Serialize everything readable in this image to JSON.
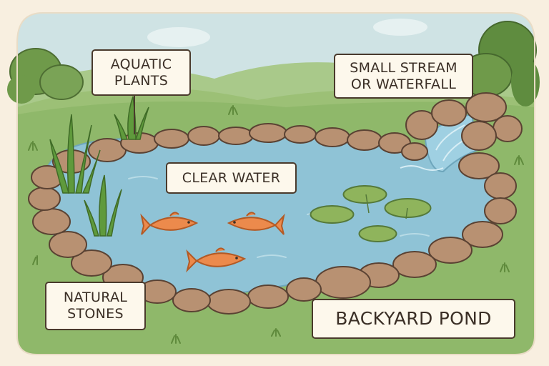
{
  "labels": {
    "aquatic_plants": [
      "AQUATIC",
      "PLANTS"
    ],
    "stream": [
      "SMALL STREAM",
      "OR WATERFALL"
    ],
    "clear_water": "CLEAR WATER",
    "natural_stones": [
      "NATURAL",
      "STONES"
    ],
    "title": "BACKYARD POND"
  },
  "colors": {
    "sky": "#cfe3e4",
    "grass": "#8fb86a",
    "hills": "#7aa356",
    "trees": "#5f8c3f",
    "water": "#8fc3d6",
    "stone": "#b89172",
    "stone_outline": "#5a4233",
    "fish": "#ec8a4c",
    "lily_pad": "#8fb45c",
    "reeds": "#5f9a3c"
  },
  "icons": [
    "fish-icon",
    "lily-pad-icon",
    "reed-icon",
    "stone-icon",
    "waterfall-icon"
  ]
}
